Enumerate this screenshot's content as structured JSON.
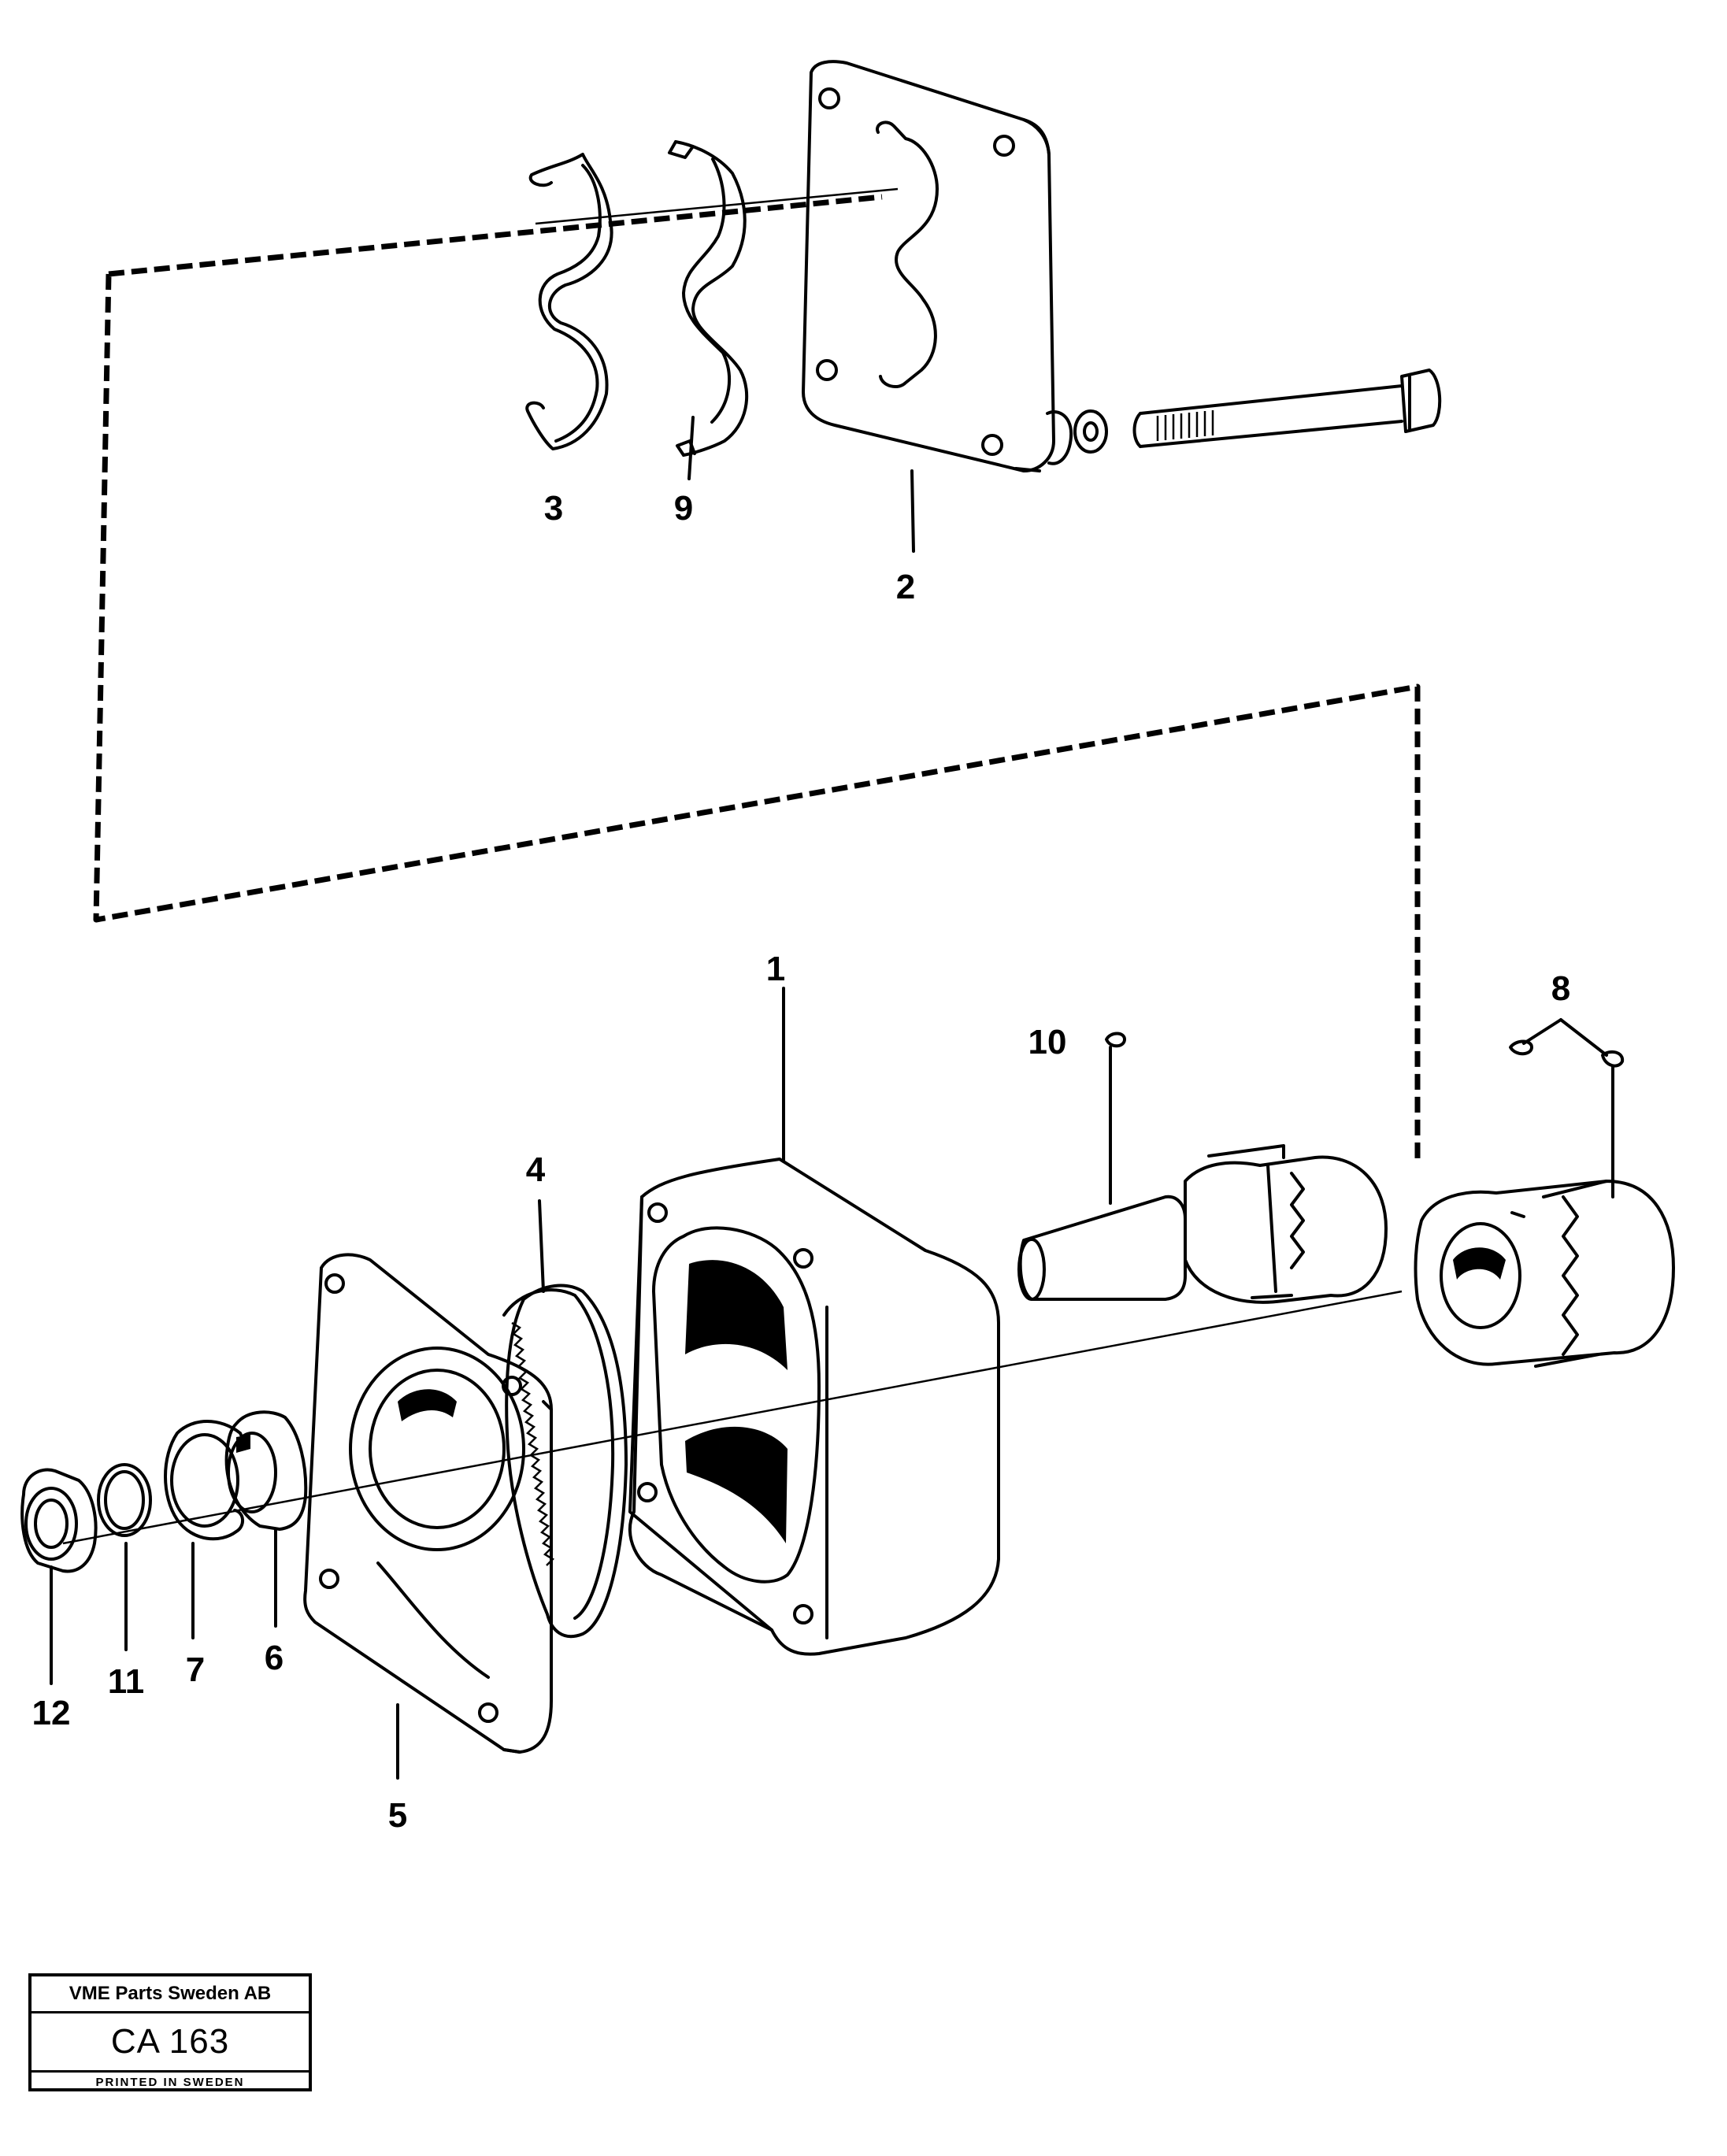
{
  "callouts": {
    "c1": "1",
    "c2": "2",
    "c3": "3",
    "c4": "4",
    "c5": "5",
    "c6": "6",
    "c7": "7",
    "c8": "8",
    "c9": "9",
    "c10": "10",
    "c11": "11",
    "c12": "12"
  },
  "stamp": {
    "company": "VME Parts Sweden AB",
    "code": "CA 163",
    "printed": "PRINTED IN SWEDEN"
  }
}
